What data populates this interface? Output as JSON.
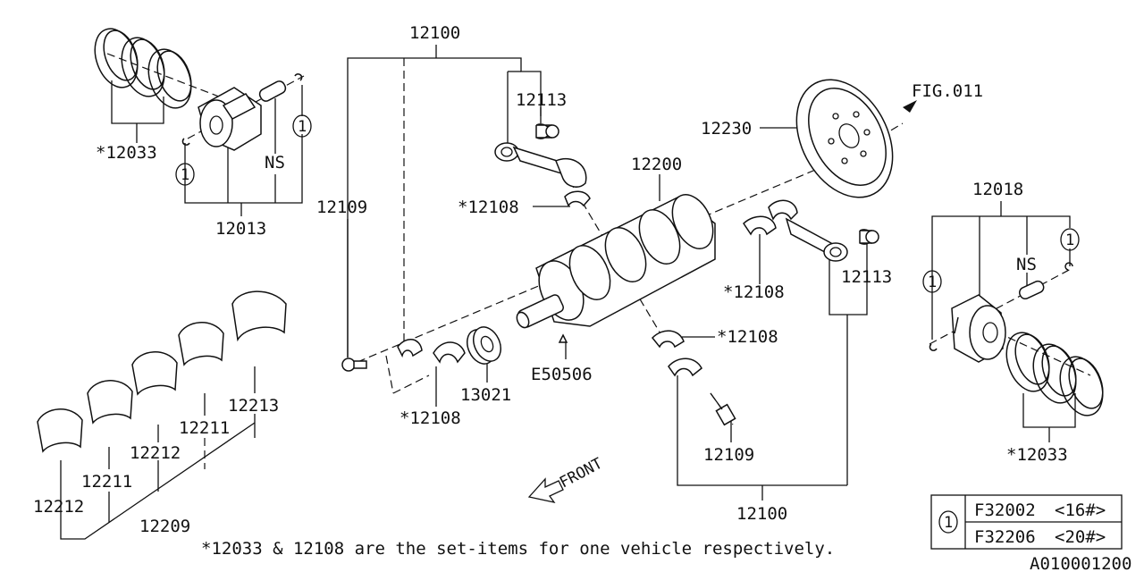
{
  "diagram_id": "A010001200",
  "footnote": "*12033 & 12108 are the set-items for one vehicle respectively.",
  "front_label": "FRONT",
  "labels": {
    "conrod_assy_top": "12100",
    "conrod_assy_bottom": "12100",
    "bushing_top": "12113",
    "bushing_right": "12113",
    "flywheel": "12230",
    "fig_ref": "FIG.011",
    "crankshaft": "12200",
    "bearing_top": "*12108",
    "bearing_right": "*12108",
    "bearing_mid_right": "*12108",
    "bearing_left": "*12108",
    "bolt_left": "12109",
    "bolt_right": "12109",
    "ring_set_left": "*12033",
    "ring_set_right": "*12033",
    "piston_left": "12013",
    "piston_right": "12018",
    "ns_left": "NS",
    "ns_right": "NS",
    "circle_one": "1",
    "main_bearing_a": "12213",
    "main_bearing_b": "12211",
    "main_bearing_c": "12212",
    "main_bearing_d": "12211",
    "main_bearing_e": "12212",
    "main_bearing_set": "12209",
    "sprocket": "13021",
    "key": "E50506"
  },
  "legend": {
    "symbol": "1",
    "rows": [
      {
        "code": "F32002",
        "note": "<16#>"
      },
      {
        "code": "F32206",
        "note": "<20#>"
      }
    ]
  }
}
